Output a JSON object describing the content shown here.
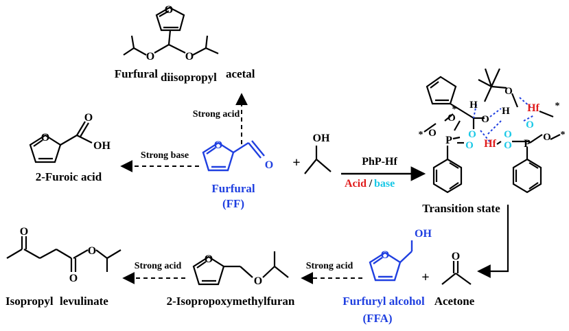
{
  "compounds": {
    "acetal": {
      "part1": "Furfural",
      "part2": "diisopropyl",
      "part3": "acetal"
    },
    "furoic_acid": "2-Furoic acid",
    "furfural": "Furfural",
    "furfural_abbr": "(FF)",
    "transition_state": "Transition state",
    "acetone": "Acetone",
    "ffa": "Furfuryl alcohol",
    "ffa_abbr": "(FFA)",
    "ipmf": "2-Isopropoxymethylfuran",
    "isopropyl_lev": {
      "part1": "Isopropyl",
      "part2": "levulinate"
    }
  },
  "conditions": {
    "strong_acid_up": "Strong acid",
    "strong_base": "Strong base",
    "catalyst": "PhP-Hf",
    "acid_word": "Acid",
    "slash": "/",
    "base_word": "base",
    "strong_acid_1": "Strong acid",
    "strong_acid_2": "Strong acid"
  },
  "atoms": {
    "O": "O",
    "OH": "OH",
    "H": "H",
    "P": "P",
    "Hf": "Hf",
    "star": "*",
    "plus": "+"
  },
  "colors": {
    "blue": "#1f3fe0",
    "red": "#e01c1c",
    "cyan": "#19c8e6",
    "black": "#000000"
  }
}
